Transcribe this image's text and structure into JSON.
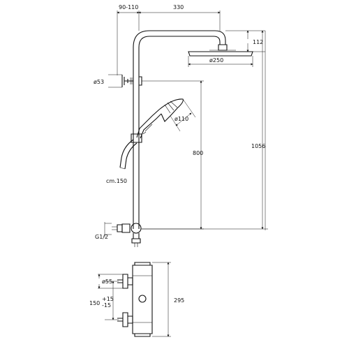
{
  "dimensions": {
    "wall_offset": "90-110",
    "arm_length": "330",
    "head_height": "112",
    "head_diameter": "ø250",
    "flange_diameter": "ø53",
    "hand_diameter": "ø110",
    "riser_height": "800",
    "total_height": "1056",
    "hose_length": "cm.150",
    "thread": "G1/2",
    "mixer_flange": "ø55",
    "mixer_spacing": "150",
    "mixer_tol_plus": "+15",
    "mixer_tol_minus": "-15",
    "mixer_height": "295"
  }
}
